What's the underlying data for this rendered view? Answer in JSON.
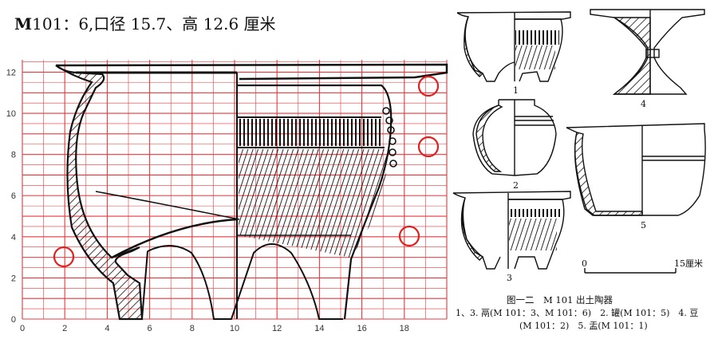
{
  "title": {
    "prefix": "M",
    "text": "101：6,口径 15.7、高 12.6 厘米"
  },
  "grid": {
    "x_ticks": [
      "0",
      "2",
      "4",
      "6",
      "8",
      "10",
      "12",
      "14",
      "16",
      "18"
    ],
    "y_ticks": [
      "0",
      "2",
      "4",
      "6",
      "8",
      "10",
      "12"
    ],
    "grid_color": "#e8383d",
    "marker_color": "#e02020"
  },
  "plate": {
    "labels": [
      "1",
      "2",
      "3",
      "4",
      "5"
    ],
    "scale_start": "0",
    "scale_end": "15厘米",
    "caption_title": "图一二　M 101 出土陶器",
    "caption_line2": "1、3. 鬲(M 101：3、M 101：6)　2. 罐(M 101：5)　4. 豆",
    "caption_line3": "(M 101：2)　5. 盂(M 101：1)"
  }
}
